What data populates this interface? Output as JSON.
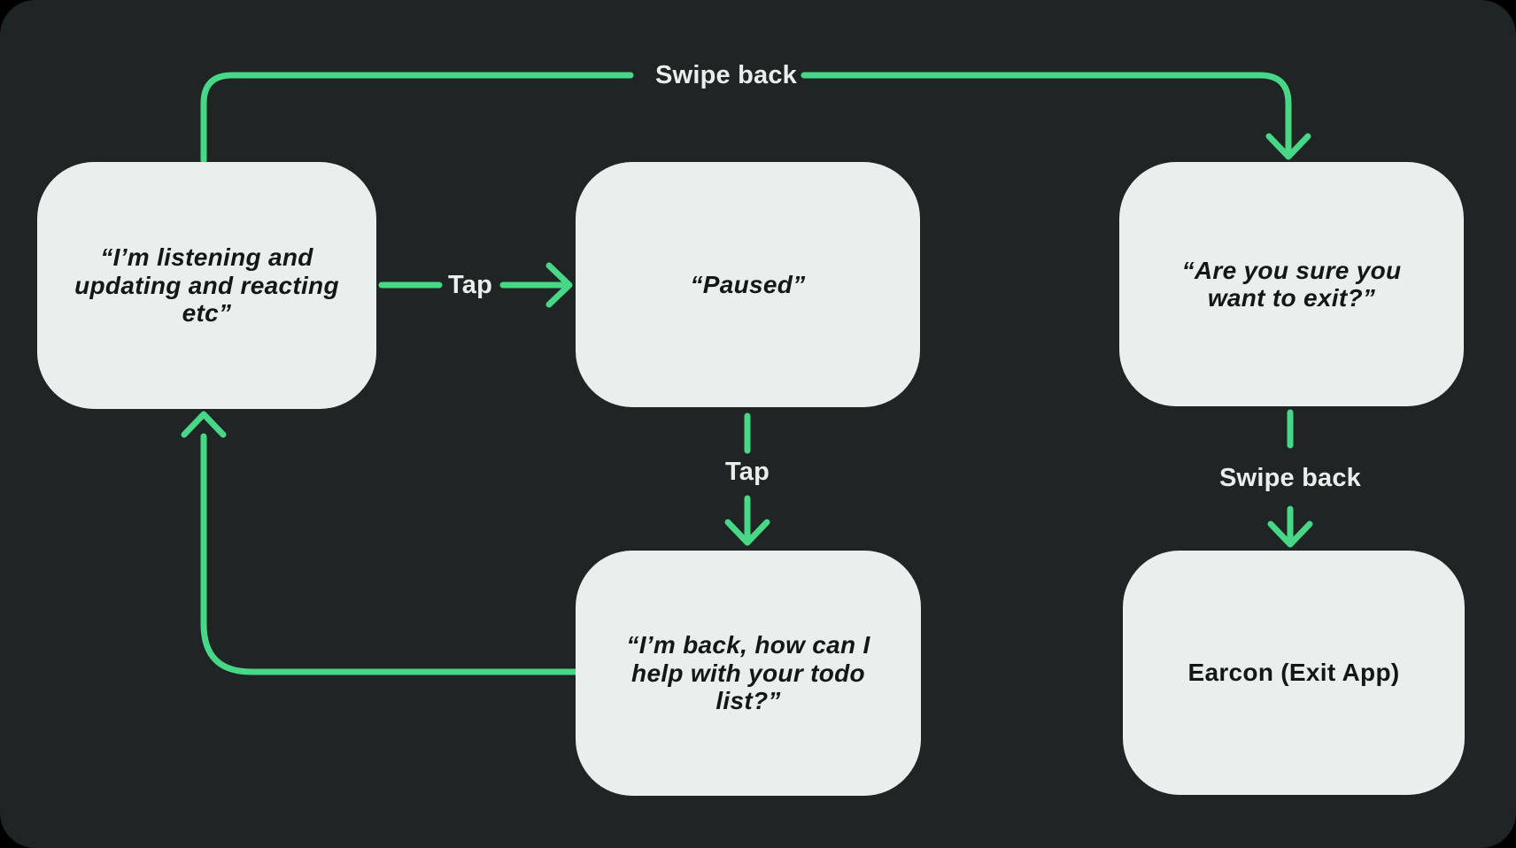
{
  "nodes": {
    "listening": {
      "text": "“I’m listening and updating and reacting etc”"
    },
    "paused": {
      "text": "“Paused”"
    },
    "confirm_exit": {
      "text": "“Are you sure you want to exit?”"
    },
    "resume": {
      "text": "“I’m back, how can I help with your todo list?”"
    },
    "earcon": {
      "text": "Earcon (Exit App)"
    }
  },
  "edges": {
    "swipe_back_top": {
      "label": "Swipe back"
    },
    "tap_pause": {
      "label": "Tap"
    },
    "tap_resume": {
      "label": "Tap"
    },
    "swipe_back_exit": {
      "label": "Swipe back"
    }
  },
  "colors": {
    "page_background": "#000000",
    "canvas_background": "#1f2524",
    "node_fill": "#e8efec",
    "node_text": "#121817",
    "arrow": "#48d786",
    "edge_label_text": "#e9efec"
  }
}
